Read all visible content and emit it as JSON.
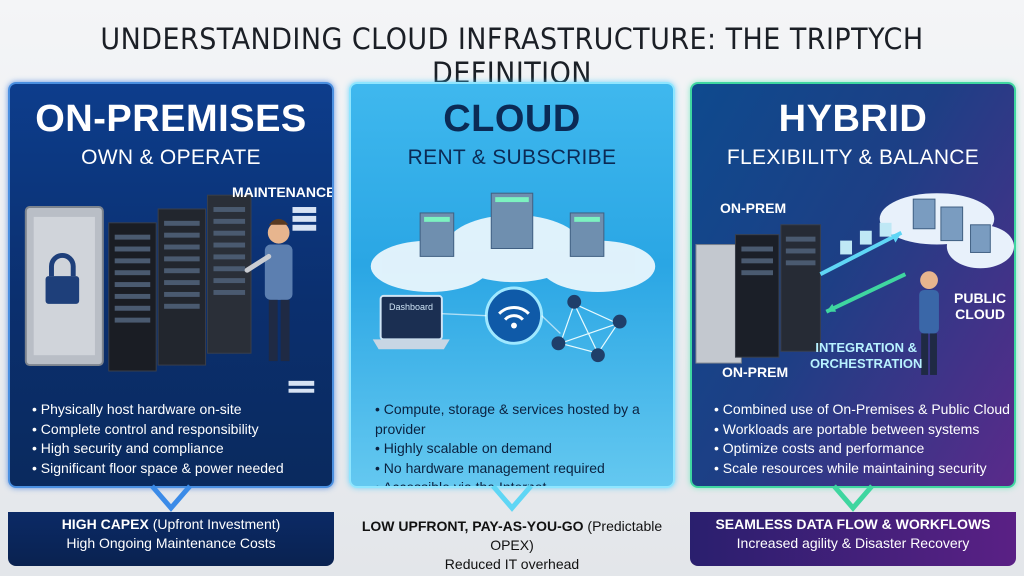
{
  "title": "UNDERSTANDING CLOUD INFRASTRUCTURE: THE TRIPTYCH DEFINITION",
  "panels": [
    {
      "heading": "ON-PREMISES",
      "subheading": "OWN & OPERATE",
      "labels": {
        "maintenance": "MAINTENANCE"
      },
      "bullets": [
        "Physically host hardware on-site",
        "Complete control and responsibility",
        "High security and compliance",
        "Significant floor space & power needed"
      ],
      "footer_bold": "HIGH CAPEX",
      "footer_rest": " (Upfront Investment)",
      "footer_line2": "High Ongoing Maintenance Costs"
    },
    {
      "heading": "CLOUD",
      "subheading": "RENT & SUBSCRIBE",
      "labels": {
        "dashboard": "Dashboard"
      },
      "bullets": [
        "Compute, storage & services hosted by a provider",
        "Highly scalable on demand",
        "No hardware management required",
        "Accessible via the Internet"
      ],
      "footer_bold": "LOW UPFRONT, PAY-AS-YOU-GO",
      "footer_rest": " (Predictable OPEX)",
      "footer_line2": "Reduced IT overhead"
    },
    {
      "heading": "HYBRID",
      "subheading": "FLEXIBILITY & BALANCE",
      "labels": {
        "onprem_top": "ON-PREM",
        "onprem_bottom": "ON-PREM",
        "public_cloud_1": "PUBLIC",
        "public_cloud_2": "CLOUD",
        "integration_1": "INTEGRATION &",
        "integration_2": "ORCHESTRATION"
      },
      "bullets": [
        "Combined use of On-Premises & Public Cloud",
        "Workloads are portable between systems",
        "Optimize costs and performance",
        "Scale resources while maintaining security"
      ],
      "footer_bold": "SEAMLESS DATA FLOW & WORKFLOWS",
      "footer_rest": "",
      "footer_line2": "Increased agility & Disaster Recovery"
    }
  ],
  "colors": {
    "onprem_bg": "#0b2f6e",
    "cloud_bg": "#2aa6e4",
    "hybrid_bg": "#5a2a8a",
    "arrow_blue": "#3b8be8",
    "arrow_cyan": "#5fd6f5",
    "arrow_green": "#3fd6a0"
  }
}
